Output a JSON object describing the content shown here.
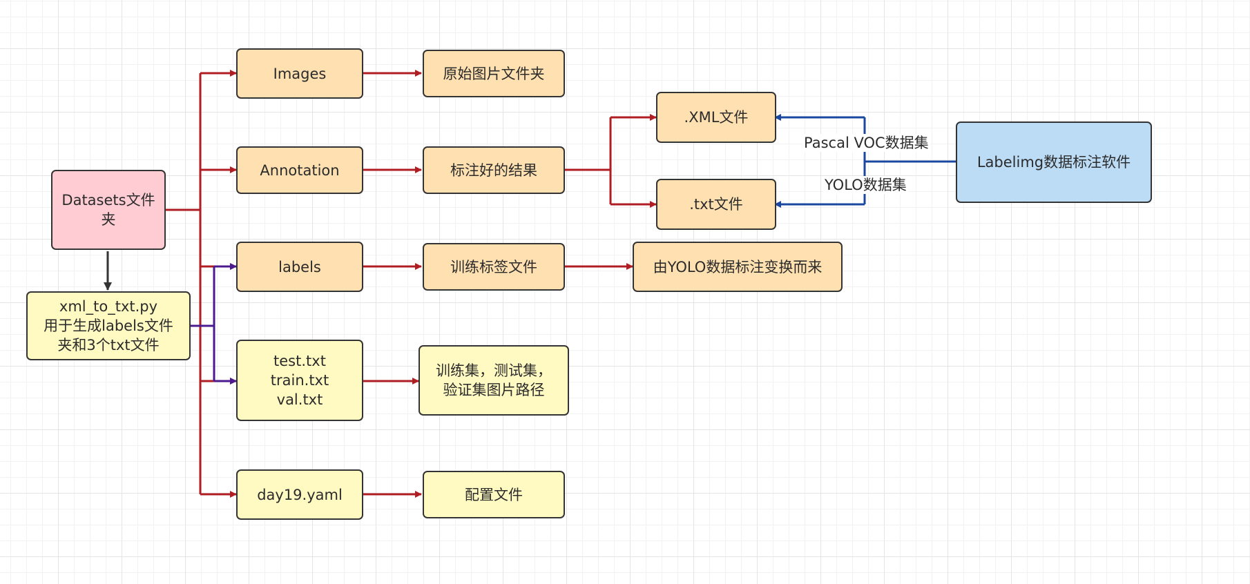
{
  "colors": {
    "red_edge": "#b01e23",
    "purple_edge": "#4b1a8e",
    "blue_edge": "#1a47a0",
    "dark_edge": "#333333",
    "orange_fill": "#ffe0b0",
    "yellow_fill": "#fffac2",
    "pink_fill": "#ffccd3",
    "blue_fill": "#bcdcf6"
  },
  "nodes": {
    "datasets": "Datasets文件\n夹",
    "script": "xml_to_txt.py\n用于生成labels文件\n夹和3个txt文件",
    "images": "Images",
    "annotation": "Annotation",
    "labels": "labels",
    "txt_files": "test.txt\ntrain.txt\nval.txt",
    "yaml": "day19.yaml",
    "images_desc": "原始图片文件夹",
    "annotation_desc": "标注好的结果",
    "labels_desc": "训练标签文件",
    "txt_desc": "训练集，测试集，\n验证集图片路径",
    "yaml_desc": "配置文件",
    "xml_file": ".XML文件",
    "txt_file": ".txt文件",
    "labels_source": "由YOLO数据标注变换而来",
    "labelimg": "Labelimg数据标注软件"
  },
  "edge_labels": {
    "pascal_voc": "Pascal VOC数据集",
    "yolo": "YOLO数据集"
  }
}
